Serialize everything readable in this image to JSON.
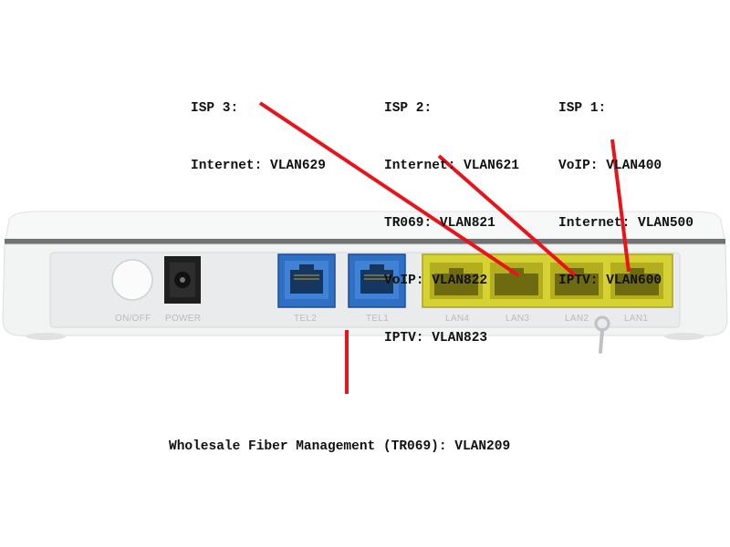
{
  "callouts": {
    "isp3": {
      "title": "ISP 3:",
      "lines": [
        "Internet: VLAN629"
      ]
    },
    "isp2": {
      "title": "ISP 2:",
      "lines": [
        "Internet: VLAN621",
        "TR069: VLAN821",
        "VoIP: VLAN822",
        "IPTV: VLAN823"
      ]
    },
    "isp1": {
      "title": "ISP 1:",
      "lines": [
        "VoIP: VLAN400",
        "Internet: VLAN500",
        "IPTV: VLAN600"
      ]
    },
    "wholesale": "Wholesale Fiber Management (TR069): VLAN209"
  },
  "device": {
    "labels": {
      "onoff": "ON/OFF",
      "power": "POWER",
      "tel2": "TEL2",
      "tel1": "TEL1",
      "lan4": "LAN4",
      "lan3": "LAN3",
      "lan2": "LAN2",
      "lan1": "LAN1"
    }
  },
  "colors": {
    "pointer_line": "#e8141b",
    "lan_ports": "#d7d233",
    "tel_ports": "#2f6fc4",
    "device_body": "#f2f3f3"
  }
}
